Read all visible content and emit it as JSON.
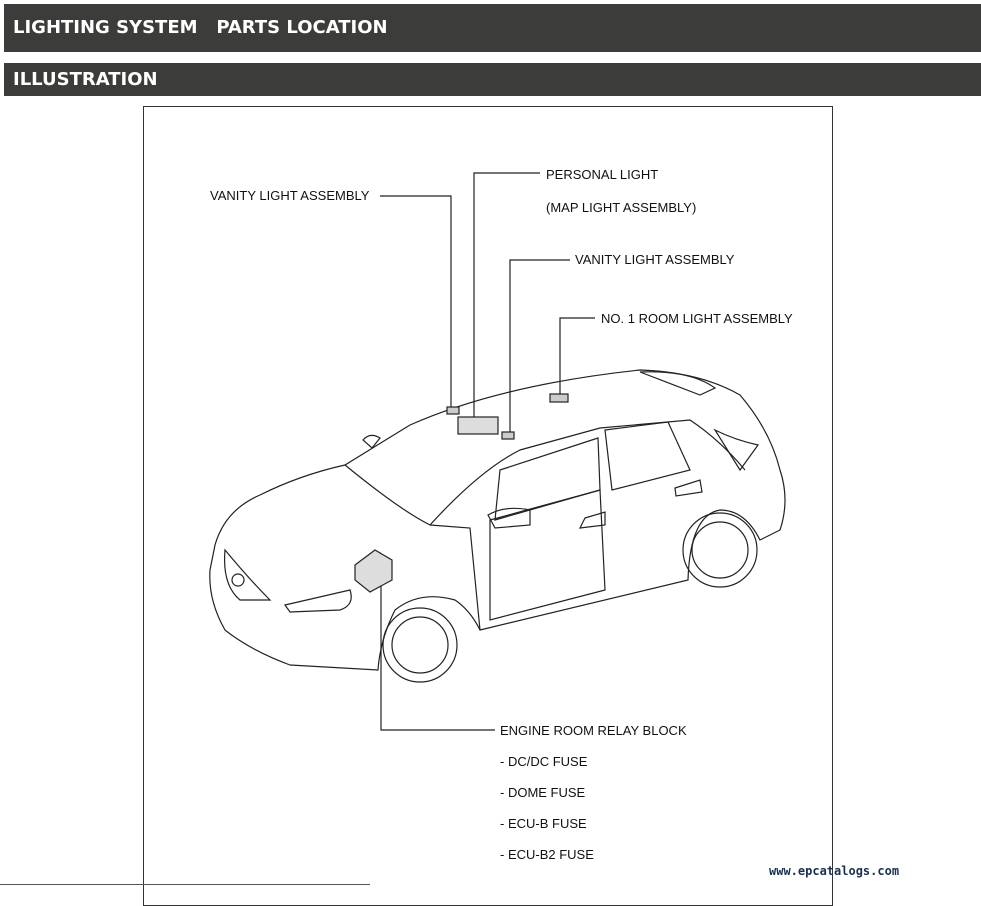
{
  "header": {
    "title": "LIGHTING SYSTEM   PARTS LOCATION",
    "section": "ILLUSTRATION"
  },
  "labels": {
    "vanity_left": "VANITY LIGHT ASSEMBLY",
    "personal": "PERSONAL LIGHT",
    "map": "(MAP LIGHT ASSEMBLY)",
    "vanity_right": "VANITY LIGHT ASSEMBLY",
    "room": "NO. 1 ROOM LIGHT ASSEMBLY",
    "relay": "ENGINE ROOM RELAY BLOCK",
    "fuses": [
      "- DC/DC FUSE",
      "- DOME FUSE",
      "- ECU-B FUSE",
      "- ECU-B2 FUSE"
    ]
  },
  "watermark": "www.epcatalogs.com"
}
